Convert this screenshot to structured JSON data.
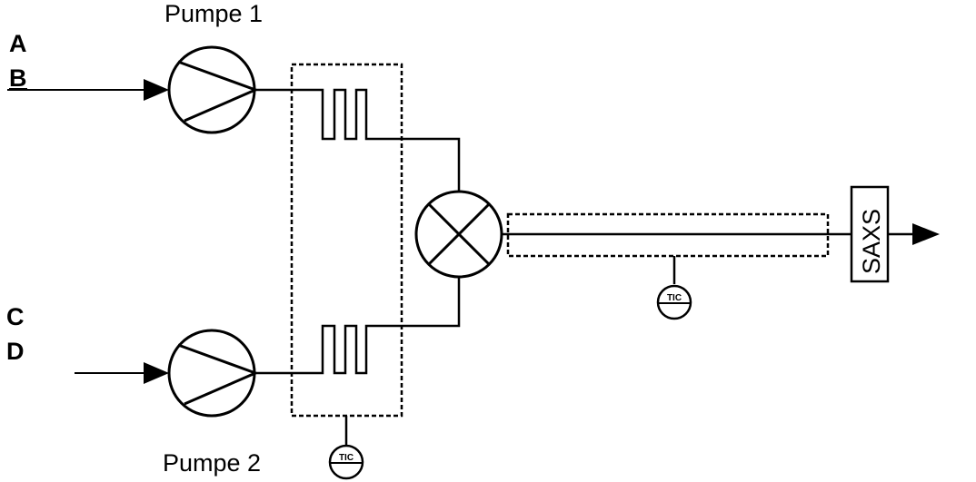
{
  "labels": {
    "pump1": "Pumpe 1",
    "pump2": "Pumpe 2",
    "input_a": "A",
    "input_b": "B",
    "input_c": "C",
    "input_d": "D",
    "detector": "SAXS",
    "tic_bottom": "TIC",
    "tic_right": "TIC"
  },
  "icons": {
    "pump": "pump-icon",
    "mixer": "mixer-icon",
    "coil": "heating-coil-icon",
    "controller": "temperature-controller-icon",
    "arrow": "arrow-icon"
  },
  "colors": {
    "stroke": "#000000",
    "background": "#ffffff"
  }
}
